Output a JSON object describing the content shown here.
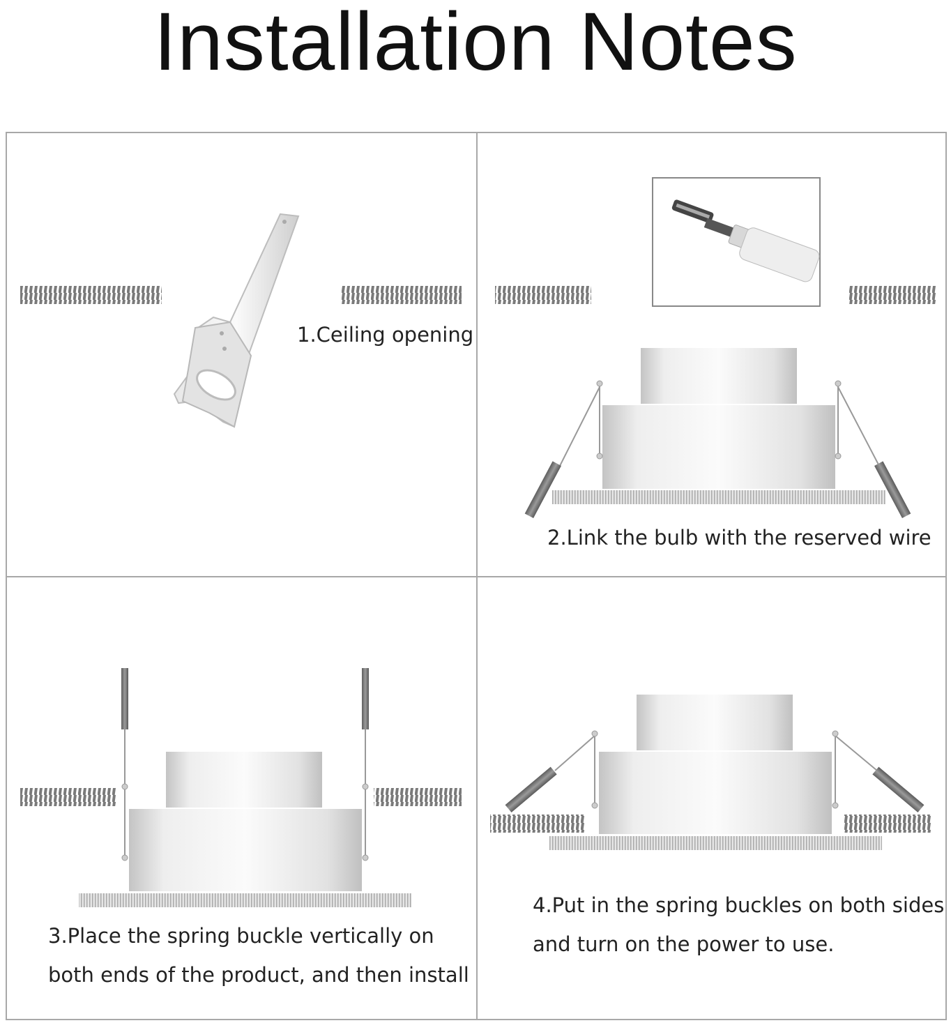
{
  "title": "Installation Notes",
  "steps": [
    {
      "caption": "1.Ceiling opening"
    },
    {
      "caption": "2.Link the bulb with the reserved wire"
    },
    {
      "caption_line1": "3.Place the spring buckle vertically on",
      "caption_line2": "both ends of the product, and then install"
    },
    {
      "caption_line1": "4.Put in the spring buckles on both sides",
      "caption_line2": "and turn on the power to use."
    }
  ],
  "colors": {
    "border": "#a8a8a8",
    "hatch": "#777777",
    "metal_light": "#f4f4f4",
    "metal_dark": "#bdbdbd"
  },
  "icons": [
    "saw-icon",
    "wire-connector-icon",
    "downlight-icon",
    "spring-clip-icon"
  ]
}
